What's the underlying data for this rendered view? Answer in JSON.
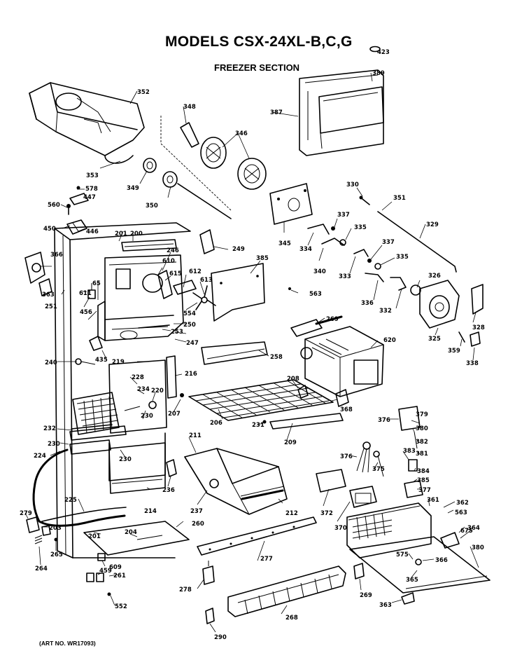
{
  "title": "MODELS CSX-24XL-B,C,G",
  "section": "FREEZER SECTION",
  "art_number": "(ART NO. WR17093)",
  "parts": {
    "p423": "423",
    "p389": "389",
    "p387": "387",
    "p352": "352",
    "p348": "348",
    "p346": "346",
    "p353": "353",
    "p349": "349",
    "p350": "350",
    "p578": "578",
    "p447": "447",
    "p560": "560",
    "p450": "450",
    "p446": "446",
    "p201a": "201",
    "p200": "200",
    "p249": "249",
    "p345": "345",
    "p330": "330",
    "p351": "351",
    "p337a": "337",
    "p335a": "335",
    "p329": "329",
    "p334": "334",
    "p340": "340",
    "p337b": "337",
    "p335b": "335",
    "p333": "333",
    "p326": "326",
    "p336": "336",
    "p332": "332",
    "p325": "325",
    "p328": "328",
    "p359": "359",
    "p338": "338",
    "p366a": "366",
    "p363a": "363",
    "p611": "611",
    "p65": "65",
    "p246": "246",
    "p610": "610",
    "p615": "615",
    "p612": "612",
    "p613": "613",
    "p554": "554",
    "p385": "385",
    "p563a": "563",
    "p251": "251",
    "p456": "456",
    "p250": "250",
    "p253": "253",
    "p247": "247",
    "p269a": "269",
    "p620": "620",
    "p240": "240",
    "p435": "435",
    "p219": "219",
    "p258": "258",
    "p228": "228",
    "p216": "216",
    "p234": "234",
    "p220": "220",
    "p230a": "230",
    "p207": "207",
    "p206": "206",
    "p208": "208",
    "p368": "368",
    "p232": "232",
    "p231": "231",
    "p209": "209",
    "p376a": "376",
    "p379": "379",
    "p380a": "380",
    "p382": "382",
    "p381": "381",
    "p230b": "230",
    "p224": "224",
    "p211": "211",
    "p230c": "230",
    "p376b": "376",
    "p375": "375",
    "p383": "383",
    "p384": "384",
    "p385b": "385",
    "p377": "377",
    "p236": "236",
    "p372": "372",
    "p225": "225",
    "p237": "237",
    "p214": "214",
    "p212": "212",
    "p361": "361",
    "p362": "362",
    "p563b": "563",
    "p370": "370",
    "p675": "675",
    "p364": "364",
    "p279": "279",
    "p203": "203",
    "p201b": "201",
    "p204": "204",
    "p260": "260",
    "p265": "265",
    "p277": "277",
    "p380b": "380",
    "p575": "575",
    "p366b": "366",
    "p264": "264",
    "p609": "609",
    "p459": "459",
    "p261": "261",
    "p365": "365",
    "p278": "278",
    "p269b": "269",
    "p363b": "363",
    "p552": "552",
    "p268": "268",
    "p290": "290"
  }
}
